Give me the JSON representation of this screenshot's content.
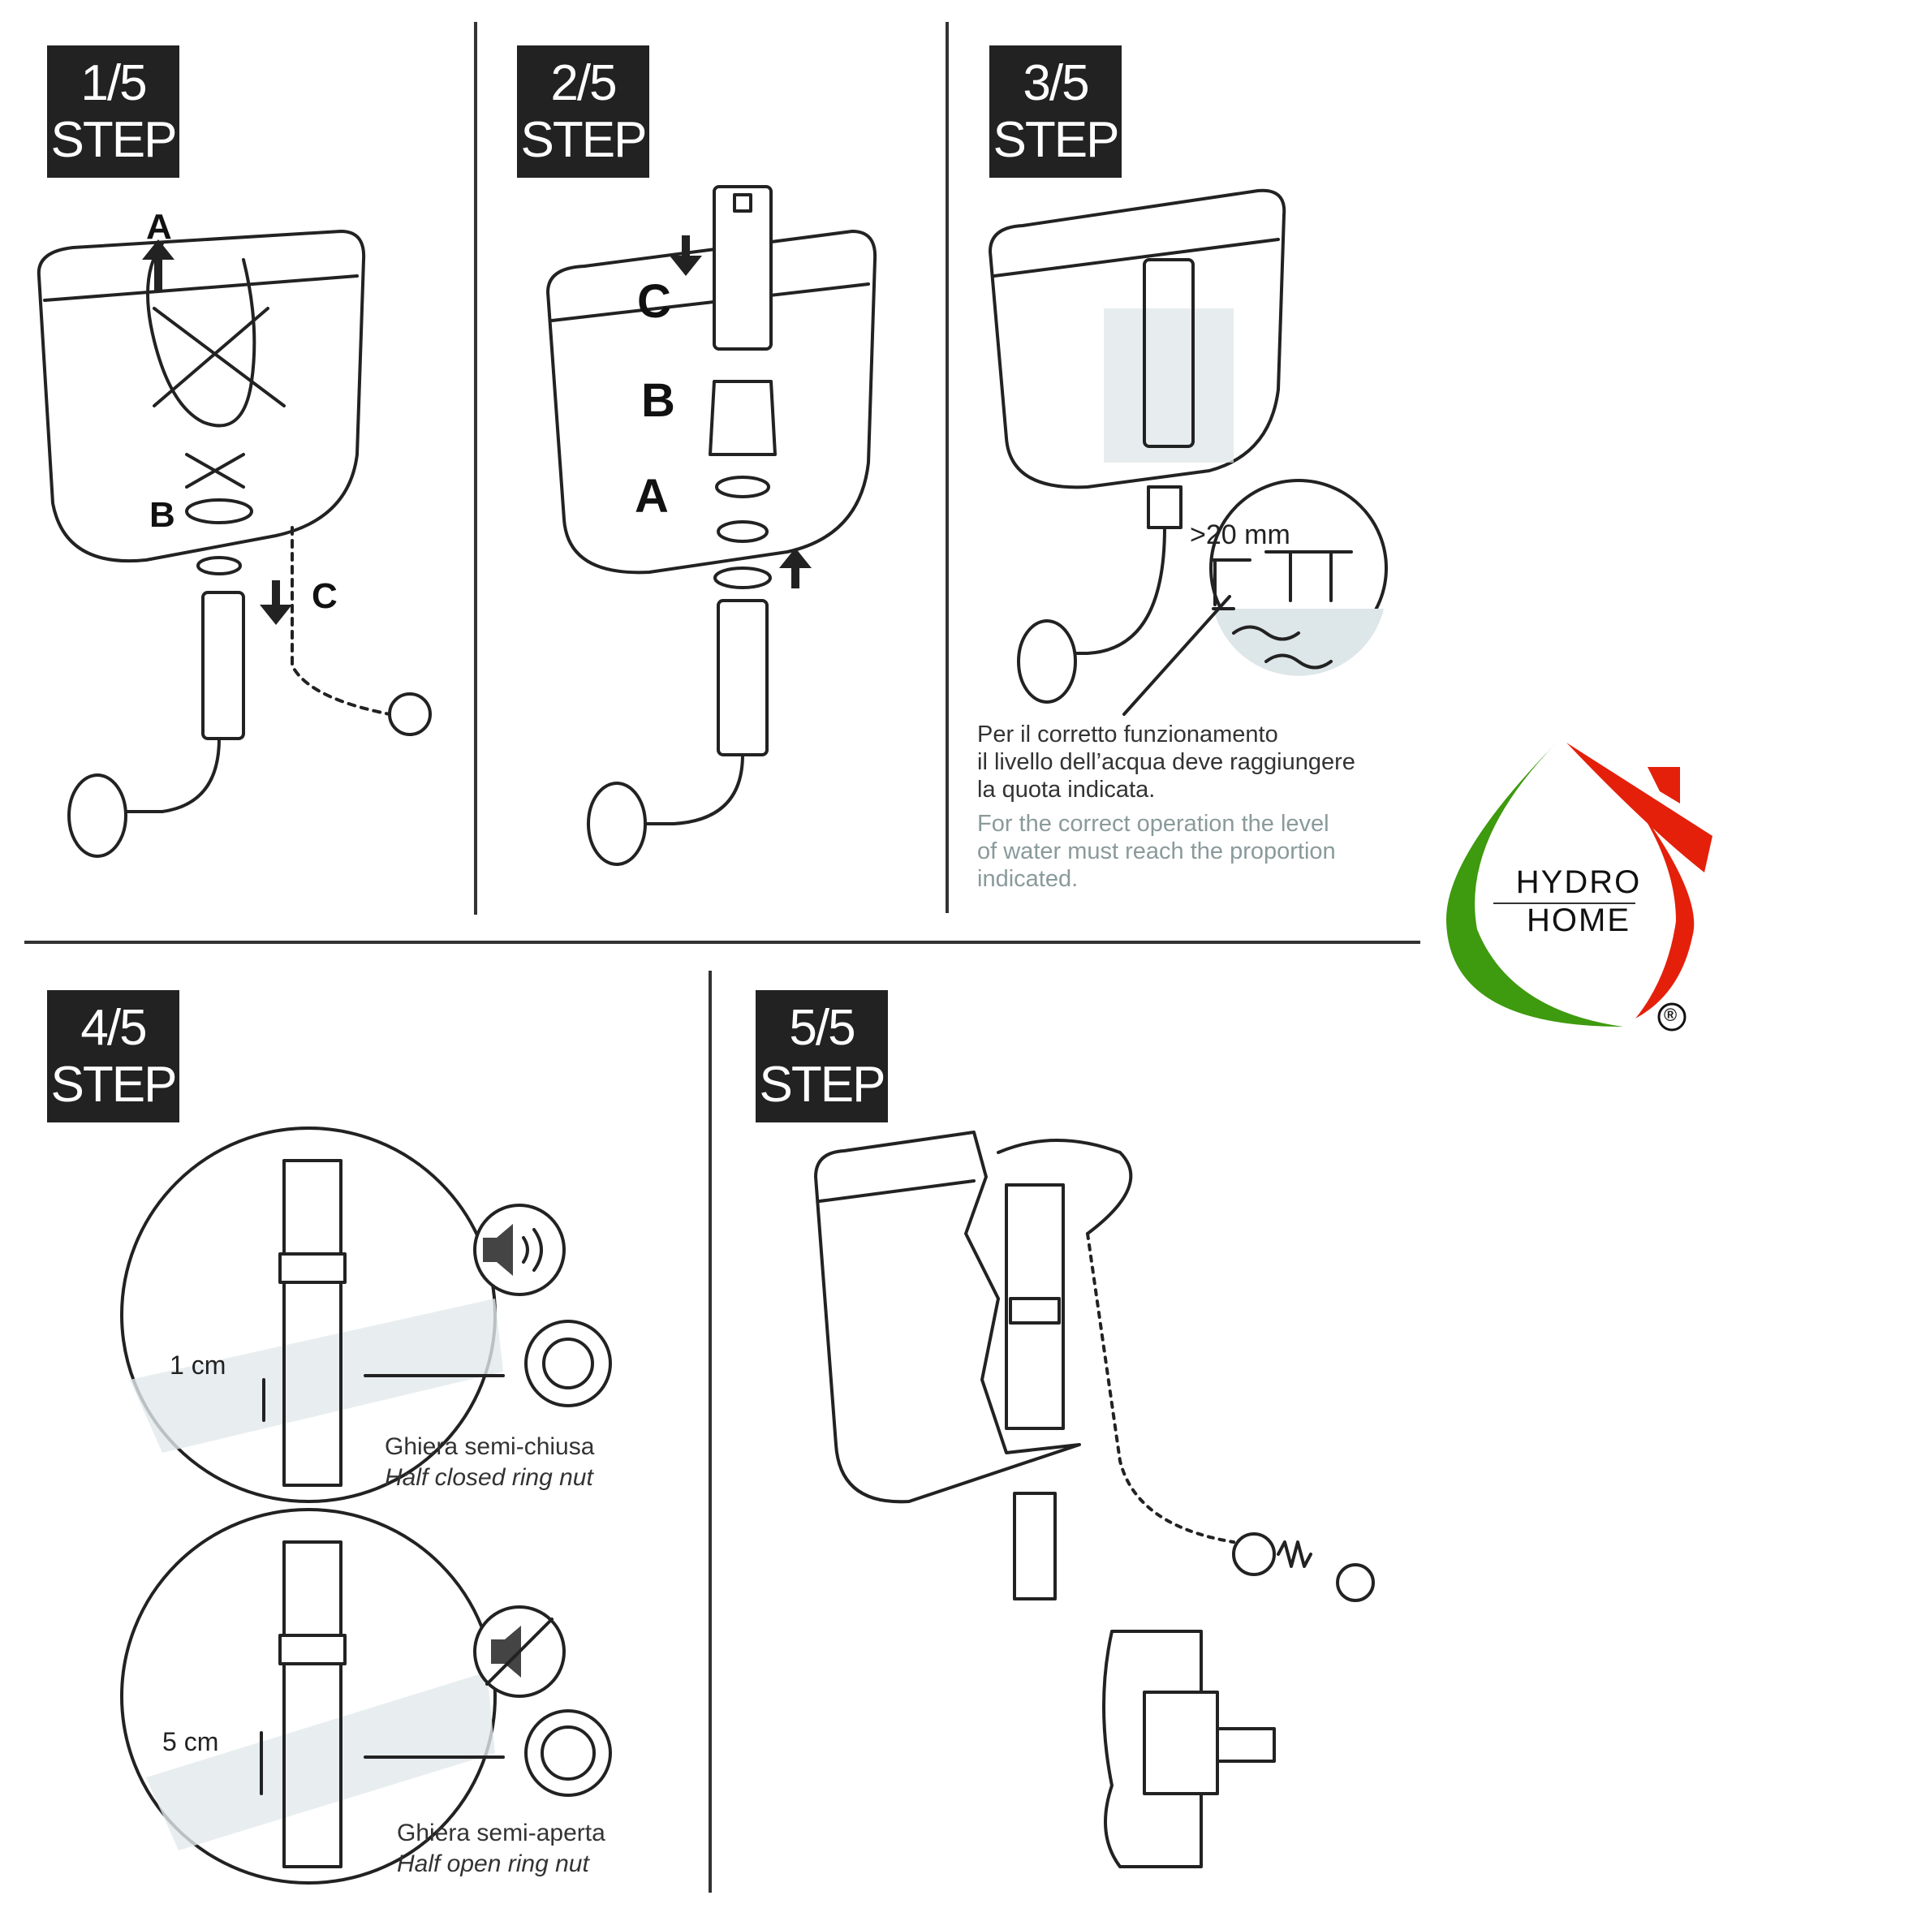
{
  "steps": [
    {
      "number": "1/5",
      "word": "STEP",
      "labels": {
        "a": "A",
        "b": "B",
        "c": "C"
      }
    },
    {
      "number": "2/5",
      "word": "STEP",
      "labels": {
        "a": "A",
        "b": "B",
        "c": "C"
      }
    },
    {
      "number": "3/5",
      "word": "STEP",
      "measure": ">20 mm",
      "note_it": [
        "Per il corretto funzionamento",
        "il livello dell’acqua deve raggiungere",
        "la quota indicata."
      ],
      "note_en": [
        "For the correct operation the level",
        "of water must reach the proportion",
        "indicated."
      ]
    },
    {
      "number": "4/5",
      "word": "STEP",
      "top": {
        "measure": "1 cm",
        "label_it": "Ghiera semi-chiusa",
        "label_en": "Half closed ring nut",
        "icon": "speaker-sound-icon"
      },
      "bottom": {
        "measure": "5 cm",
        "label_it": "Ghiera semi-aperta",
        "label_en": "Half open ring nut",
        "icon": "speaker-muted-icon"
      }
    },
    {
      "number": "5/5",
      "word": "STEP"
    }
  ],
  "logo": {
    "line1": "HYDRO",
    "line2": "HOME",
    "mark": "®",
    "colors": {
      "green": "#3e9a0e",
      "red": "#e4200b"
    }
  }
}
